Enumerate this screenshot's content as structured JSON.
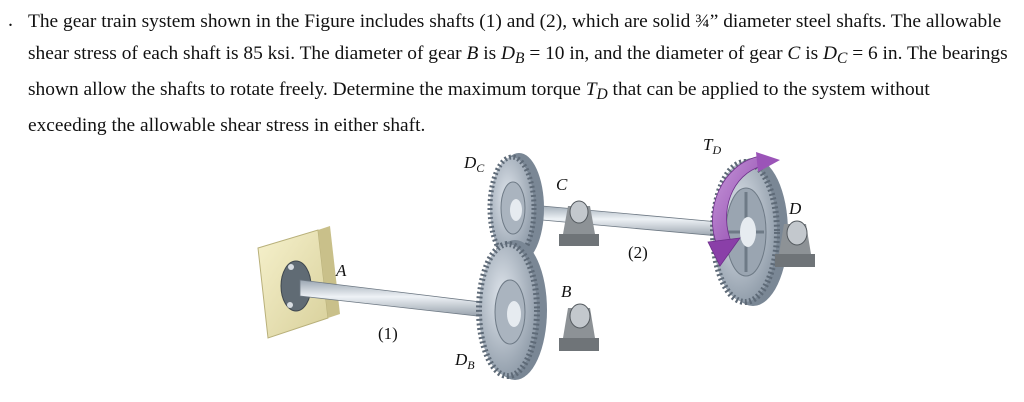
{
  "problem": {
    "bullet": ".",
    "seg1": "The gear train system shown in the Figure includes shafts (1) and (2), which are solid ¾” diameter steel shafts. The allowable shear stress of each shaft is 85 ksi. The diameter of gear ",
    "gear_b": "B",
    "seg2": " is ",
    "db_d": "D",
    "db_sub": "B",
    "seg3": " = 10 in, and the diameter of gear ",
    "gear_c": "C",
    "seg4": " is ",
    "dc_d": "D",
    "dc_sub": "C",
    "seg5": " = 6 in. The bearings shown allow the shafts to rotate freely. Determine the maximum torque ",
    "td_t": "T",
    "td_sub": "D",
    "seg6": " that can be applied to the system without exceeding the allowable shear stress in either shaft."
  },
  "figure": {
    "label_dc_main": "D",
    "label_dc_sub": "C",
    "label_c": "C",
    "label_td_main": "T",
    "label_td_sub": "D",
    "label_d": "D",
    "label_a": "A",
    "label_shaft2": "(2)",
    "label_b": "B",
    "label_shaft1": "(1)",
    "label_db_main": "D",
    "label_db_sub": "B"
  },
  "colors": {
    "gear": "#b9c3cf",
    "gear_dark": "#6f7d8c",
    "shaft": "#cfd6de",
    "bearing": "#8d9296",
    "wall": "#eee7b5",
    "arrow": "#9b54b8"
  }
}
